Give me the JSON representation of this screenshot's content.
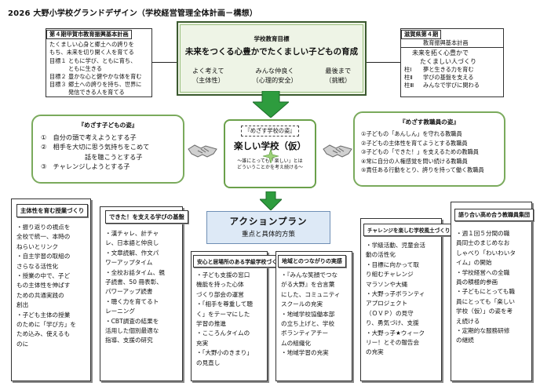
{
  "doc_title": "2026 大野小学校グランドデザイン（学校経営管理全体計画－構想）",
  "left_plan": {
    "heading": "第４期甲賀市教育振興基本計画",
    "intro": [
      "たくましい心身と郷土への誇りを",
      "もち、未来を切り開く人を育てる"
    ],
    "goals": [
      {
        "label": "目標１",
        "lines": [
          "ともに学び、ともに育ち、",
          "ともに生きる"
        ]
      },
      {
        "label": "目標２",
        "lines": [
          "豊かな心と健やかな体を育む"
        ]
      },
      {
        "label": "目標３",
        "lines": [
          "郷土への誇りを持ち、世界に",
          "発信できる人を育てる"
        ]
      }
    ]
  },
  "school_goal": {
    "heading": "学校教育目標",
    "main": "未来をつくる心豊かでたくましい子どもの育成",
    "pillars": [
      {
        "top": "よく考えて",
        "bottom": "（主体性）"
      },
      {
        "top": "みんな仲良く",
        "bottom": "（心理的安全）"
      },
      {
        "top": "最後まで",
        "bottom": "（挑戦）"
      }
    ]
  },
  "right_plan": {
    "heading": "滋賀県第４期",
    "subheading": "教育振興基本計画",
    "intro": [
      "未来を拓く心豊かで",
      "たくましい人づくり"
    ],
    "pillars": [
      {
        "label": "柱Ⅰ",
        "text": "夢と生きる力を育む"
      },
      {
        "label": "柱Ⅱ",
        "text": "学びの基盤を支える"
      },
      {
        "label": "柱Ⅲ",
        "text": "みんなで学びに関わる"
      }
    ]
  },
  "child_image": {
    "title": "『めざす子どもの姿』",
    "items": [
      {
        "num": "①",
        "lines": [
          "自分の頭で考えようとする子"
        ]
      },
      {
        "num": "②",
        "lines": [
          "相手を大切に思う気持ちをこめて",
          "話を聴こうとする子"
        ]
      },
      {
        "num": "③",
        "lines": [
          "チャレンジしようとする子"
        ]
      }
    ]
  },
  "school_image": {
    "tag": "『めざす学校の姿』",
    "main": "楽しい学校（仮）",
    "sub": [
      "～誰にとっても「楽しい」とは",
      "どういうことかを考え続ける～"
    ]
  },
  "staff_image": {
    "title": "『めざす教職員の姿』",
    "items": [
      "①子どもの「あんしん」を守れる教職員",
      "②子どもの主体性を育てようとする教職員",
      "③子どもの「できた！」を支えるための教職員",
      "④常に自分の人権感覚を問い続ける教職員",
      "⑤責任ある行動をとり、誇りを持って働く教職員"
    ]
  },
  "action_plan": {
    "title": "アクションプラン",
    "subtitle": "重点と具体的方策"
  },
  "columns": [
    {
      "heading": "主体性を育む授業づくり",
      "items": [
        [
          "・振り返りの視点を",
          "全校で統一、本時の",
          "ねらいとリンク"
        ],
        [
          "・自主学習の取組の",
          "さらなる活性化"
        ],
        [
          "・授業の中で、子ど",
          "もの主体性を伸ばす",
          "ための共通実践の",
          "創出"
        ],
        [
          "・子ども主体の授業",
          "のために「学び方」を",
          "ため込み、使えるも",
          "のに"
        ]
      ]
    },
    {
      "heading": "できた！を支える学びの基盤",
      "items": [
        [
          "・漢チャレ、計チャ",
          "レ、日本語と仲良し"
        ],
        [
          "・文章読解、作文パ",
          "ワーアップタイム"
        ],
        [
          "・全校お話タイム、親",
          "子読書、50 冊表彰、",
          "パワーアップ読書"
        ],
        [
          "・聴く力を育てるト",
          "レーニング"
        ],
        [
          "・CBT調査の結果を",
          "活用した個別最適な",
          "指導、支援の研究"
        ]
      ]
    },
    {
      "heading": "安心と居場所のある学級学校づくり",
      "items": [
        [
          "・子ども支援の窓口",
          "機能を持った心体",
          "づくり部会の運営"
        ],
        [
          "・「相手を尊重して聴",
          "く」をテーマにした",
          "学習の推進"
        ],
        [
          "・こころんタイムの",
          "充実"
        ],
        [
          "・「大野小のきまり」",
          "の見直し"
        ]
      ]
    },
    {
      "heading": "地域とのつながりの実感",
      "items": [
        [
          "・『みんな笑顔でつな",
          "がる大野』を合言葉",
          "にした、コミュニティ",
          "スクールの充実"
        ],
        [
          "・地域学校協働本部",
          "の立ち上げと、学校",
          "ボランティアチー",
          "ムの組織化"
        ],
        [
          "・地域学習の充実"
        ]
      ]
    },
    {
      "heading": "チャレンジを楽しむ学校風土づくり",
      "items": [
        [
          "・学級活動、児童会活",
          "動の活性化"
        ],
        [
          "・目標に向かって取",
          "り組むチャレンジ",
          "マラソンや大縄"
        ],
        [
          "・大野っ子ボランティ",
          "アプロジェクト",
          "（ＯＶＰ）の見守",
          "り、勇気づけ、支援"
        ],
        [
          "・大野っ子★ウィーク",
          "リー！とその報告会",
          "の充実"
        ]
      ]
    },
    {
      "heading": "語り合い高め合う教職員集団",
      "items": [
        [
          "・週１回５分間の職",
          "員同士のまじめなお",
          "しゃべり「わいわいタ",
          "イム」の開始"
        ],
        [
          "・学校経営への全職",
          "員の積極的参画"
        ],
        [
          "・子どもにとっても職",
          "員にとっても「楽しい",
          "学校（仮）」の姿を考",
          "え続ける"
        ],
        [
          "・定期的な服務研修",
          "の継続"
        ]
      ]
    }
  ],
  "colors": {
    "goal_fill": "#eef4e6",
    "goal_border": "#3b5a2f",
    "arrow_green": "#2e9c3e",
    "box_green": "#7aaa5c",
    "action_fill": "#dde9f6"
  }
}
